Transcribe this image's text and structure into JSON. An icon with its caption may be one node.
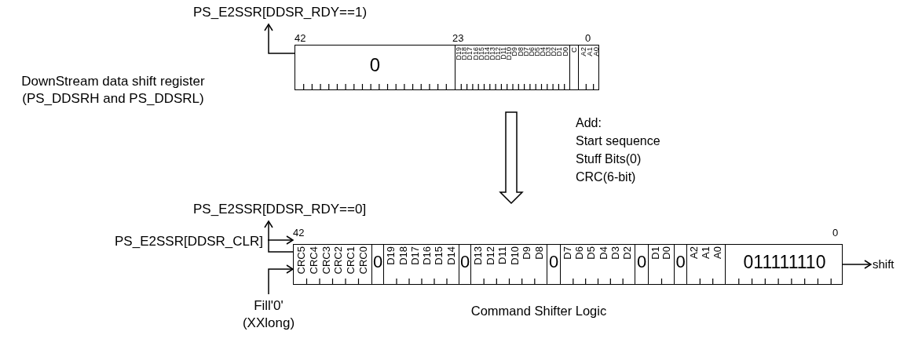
{
  "diagram": {
    "nodes": [
      {
        "text": [],
        "shape": "box"
      },
      {
        "text": [
          "0"
        ],
        "in": 0
      },
      {
        "text": [
          "D19",
          "D18",
          "D17",
          "D16",
          "D15",
          "D14",
          "D13",
          "D12",
          "D11",
          "D10",
          "D9",
          "D8",
          "D7",
          "D6",
          "D5",
          "D4",
          "D3",
          "D2",
          "D1",
          "D0"
        ],
        "in": 0
      },
      {
        "text": [
          "C"
        ],
        "in": 0
      },
      {
        "text": [
          "A2",
          "A1",
          "A0"
        ],
        "in": 0
      },
      {
        "text": [
          "PS_E2SSR[DDSR_RDY==1)"
        ]
      },
      {
        "text": [],
        "shape": "box",
        "beside": [
          "Command Shifter Logic"
        ]
      },
      {
        "text": [
          "CRC5",
          "CRC4",
          "CRC3",
          "CRC2",
          "CRC1",
          "CRC0"
        ],
        "in": 6
      },
      {
        "text": [
          "0"
        ],
        "in": 6
      },
      {
        "text": [
          "D19",
          "D18",
          "D17",
          "D16",
          "D15",
          "D14"
        ],
        "in": 6
      },
      {
        "text": [
          "0"
        ],
        "in": 6
      },
      {
        "text": [
          "D13",
          "D12",
          "D11",
          "D10",
          "D9",
          "D8"
        ],
        "in": 6
      },
      {
        "text": [
          "0"
        ],
        "in": 6
      },
      {
        "text": [
          "D7",
          "D6",
          "D5",
          "D4",
          "D3",
          "D2"
        ],
        "in": 6
      },
      {
        "text": [
          "0"
        ],
        "in": 6
      },
      {
        "text": [
          "D1",
          "D0"
        ],
        "in": 6
      },
      {
        "text": [
          "0"
        ],
        "in": 6
      },
      {
        "text": [
          "A2",
          "A1",
          "A0"
        ],
        "in": 6
      },
      {
        "text": [
          "011111110"
        ],
        "in": 6
      },
      {
        "text": [
          "PS_E2SSR[DDSR_RDY==0]"
        ]
      },
      {
        "text": [
          "PS_E2SSR[DDSR_CLR]"
        ]
      },
      {
        "text": [
          "Fill'0' (XXlong)"
        ]
      },
      {
        "text": [
          "shift"
        ]
      }
    ],
    "edges": [
      {
        "from": 0,
        "to": 5,
        "arrow": "to"
      },
      {
        "from": 0,
        "to": 6,
        "arrow": "to",
        "style": "thick"
      },
      {
        "from": 6,
        "to": 19,
        "arrow": "to"
      },
      {
        "from": 20,
        "to": 6,
        "arrow": "to"
      },
      {
        "from": 21,
        "to": 6,
        "arrow": "to"
      },
      {
        "from": 6,
        "to": 22,
        "arrow": "to"
      }
    ],
    "labels": [
      "42",
      "23",
      "0",
      "DownStream data shift register (PS_DDSRH and PS_DDSRL)",
      "Add:",
      "Start sequence",
      "Stuff Bits(0)",
      "CRC(6-bit)",
      "42",
      "0"
    ]
  }
}
